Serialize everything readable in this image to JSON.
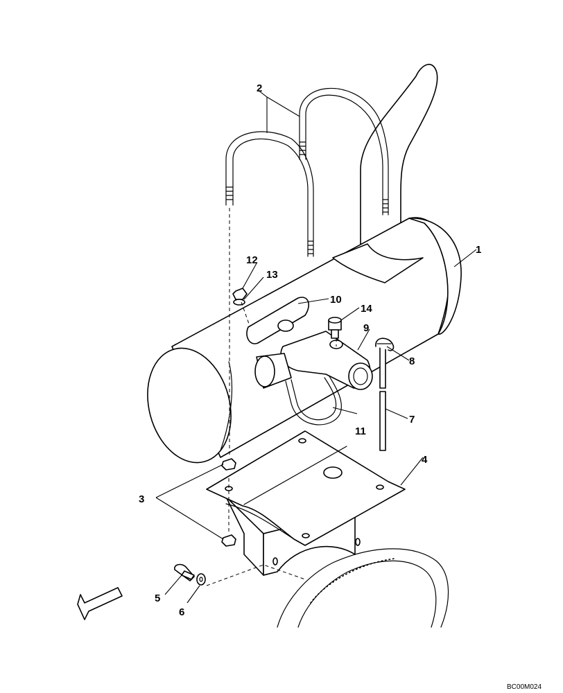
{
  "callouts": {
    "c1": "1",
    "c2": "2",
    "c3": "3",
    "c4": "4",
    "c5": "5",
    "c6": "6",
    "c7": "7",
    "c8": "8",
    "c9": "9",
    "c10": "10",
    "c11": "11",
    "c12": "12",
    "c13": "13",
    "c14": "14"
  },
  "drawing_code": "BC00M024",
  "icons": {
    "direction": "front-direction-arrow-icon"
  }
}
